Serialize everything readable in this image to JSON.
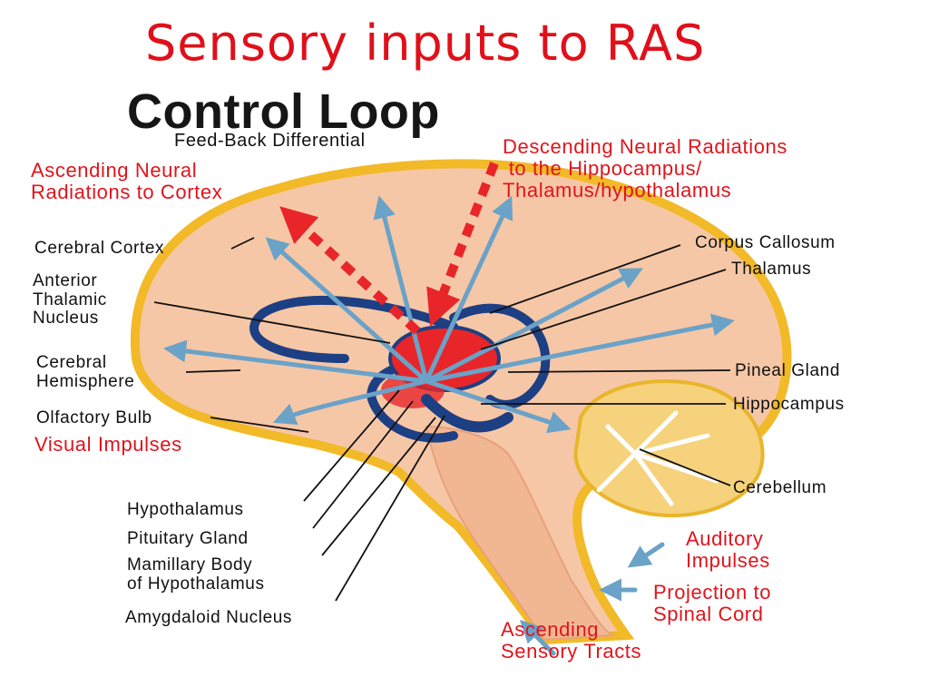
{
  "slide": {
    "title": "Sensory inputs to RAS"
  },
  "figure": {
    "heading": "Control Loop",
    "subheading": "Feed-Back Differential"
  },
  "labels": {
    "ascending_radiations": "Ascending Neural\nRadiations to Cortex",
    "descending_radiations": "Descending Neural Radiations\n to the Hippocampus/\nThalamus/hypothalamus",
    "cerebral_cortex": "Cerebral Cortex",
    "anterior_thalamic_nucleus": "Anterior\nThalamic\nNucleus",
    "cerebral_hemisphere": "Cerebral\nHemisphere",
    "olfactory_bulb": "Olfactory Bulb",
    "visual_impulses": "Visual Impulses",
    "hypothalamus": "Hypothalamus",
    "pituitary_gland": "Pituitary Gland",
    "mamillary_body": "Mamillary Body\nof Hypothalamus",
    "amygdaloid_nucleus": "Amygdaloid Nucleus",
    "corpus_callosum": "Corpus Callosum",
    "thalamus": "Thalamus",
    "pineal_gland": "Pineal Gland",
    "hippocampus": "Hippocampus",
    "cerebellum": "Cerebellum",
    "auditory_impulses": "Auditory\nImpulses",
    "projection_spinal_cord": "Projection to\nSpinal Cord",
    "ascending_sensory_tracts": "Ascending\nSensory Tracts"
  },
  "colors": {
    "title_red": "#e0101a",
    "label_red": "#e0141c",
    "brain_fill": "#f6c7a6",
    "brain_outline": "#f2b928",
    "cerebellum_fill": "#f6d27c",
    "fiber_blue": "#6aa2c8",
    "limbic_navy": "#1d3f84",
    "thalamus_red": "#e8262a"
  }
}
